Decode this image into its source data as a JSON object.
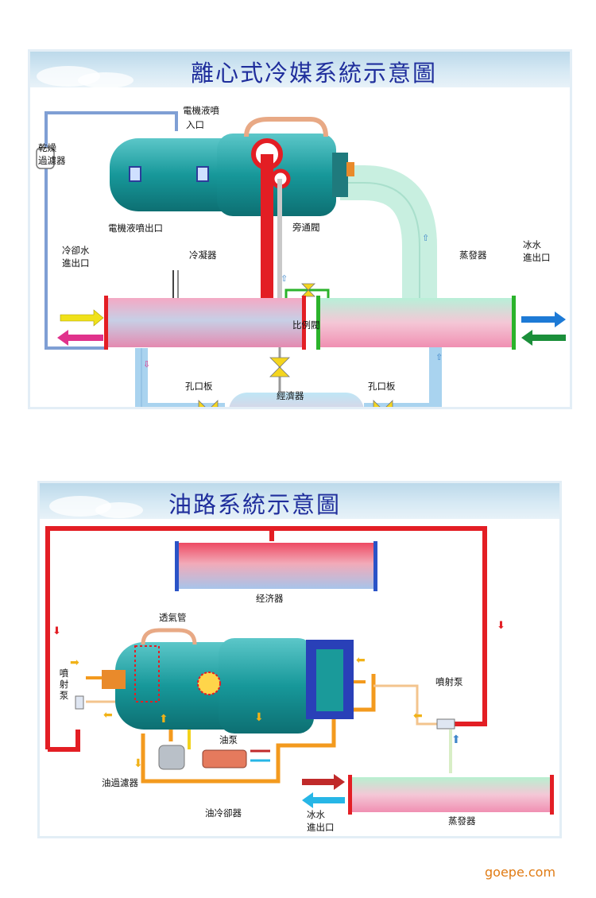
{
  "refrigerant_diagram": {
    "title": "離心式冷媒系統示意圖",
    "labels": {
      "motor_spray_inlet_1": "電機液噴",
      "motor_spray_inlet_2": "入口",
      "dryer_1": "乾燥",
      "dryer_2": "過濾器",
      "motor_spray_outlet": "電機液噴出口",
      "chilled_water_inout_1": "冷卻水",
      "chilled_water_inout_2": "進出口",
      "condenser": "冷凝器",
      "bypass_valve": "旁通閥",
      "evaporator": "蒸發器",
      "ice_water_inout_1": "冰水",
      "ice_water_inout_2": "進出口",
      "proportional_valve": "比例閥",
      "orifice_left": "孔口板",
      "orifice_right": "孔口板",
      "economizer": "經濟器"
    }
  },
  "oil_diagram": {
    "title": "油路系統示意圖",
    "labels": {
      "economizer": "经济器",
      "vent_pipe": "透氣管",
      "ejector_left": "噴射泵",
      "ejector_right": "噴射泵",
      "oil_pump": "油泵",
      "oil_filter": "油過濾器",
      "oil_cooler": "油冷卻器",
      "ice_water_inout_1": "冰水",
      "ice_water_inout_2": "進出口",
      "evaporator": "蒸發器"
    }
  },
  "colors": {
    "title_blue": "#1f2e9c",
    "pipe_red": "#e31e24",
    "pipe_orange": "#f39a1e",
    "pipe_blue_light": "#a9d3ef",
    "compressor_teal": "#1a9a9a",
    "green_band": "#2bb32b"
  },
  "watermark": "goepe.com"
}
